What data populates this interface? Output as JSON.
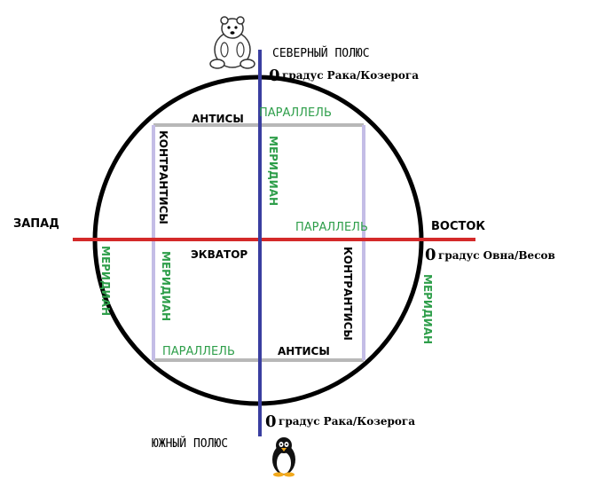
{
  "labels": {
    "north_pole": "СЕВЕРНЫЙ ПОЛЮС",
    "south_pole": "ЮЖНЫЙ ПОЛЮС",
    "west": "ЗАПАД",
    "east": "ВОСТОК",
    "equator": "ЭКВАТОР",
    "deg_zero_top": "0",
    "deg_top_text": "градус Рака/Козерога",
    "deg_zero_bottom": "0",
    "deg_bottom_text": "градус Рака/Козерога",
    "deg_zero_east": "0",
    "deg_east_text": "градус Овна/Весов",
    "antiscia_top": "АНТИСЫ",
    "antiscia_bottom": "АНТИСЫ",
    "contra_left": "КОНТРАНТИСЫ",
    "contra_right": "КОНТРАНТИСЫ",
    "parallel_top": "ПАРАЛЛЕЛЬ",
    "parallel_mid": "ПАРАЛЛЕЛЬ",
    "parallel_bottom": "ПАРАЛЛЕЛЬ",
    "meridian_center": "МЕРИДИАН",
    "meridian_left_inner": "МЕРИДИАН",
    "meridian_left_outer": "МЕРИДИАН",
    "meridian_right_outer": "МЕРИДИАН"
  },
  "colors": {
    "circle": "#000000",
    "equator": "#d42a2a",
    "meridian_axis": "#3a3ea0",
    "rect_gray": "#b8b8b8",
    "rect_lavender": "#c4bde6",
    "green_text": "#2e9e4a"
  },
  "icons": {
    "north": "polar-bear-icon",
    "south": "penguin-icon"
  }
}
